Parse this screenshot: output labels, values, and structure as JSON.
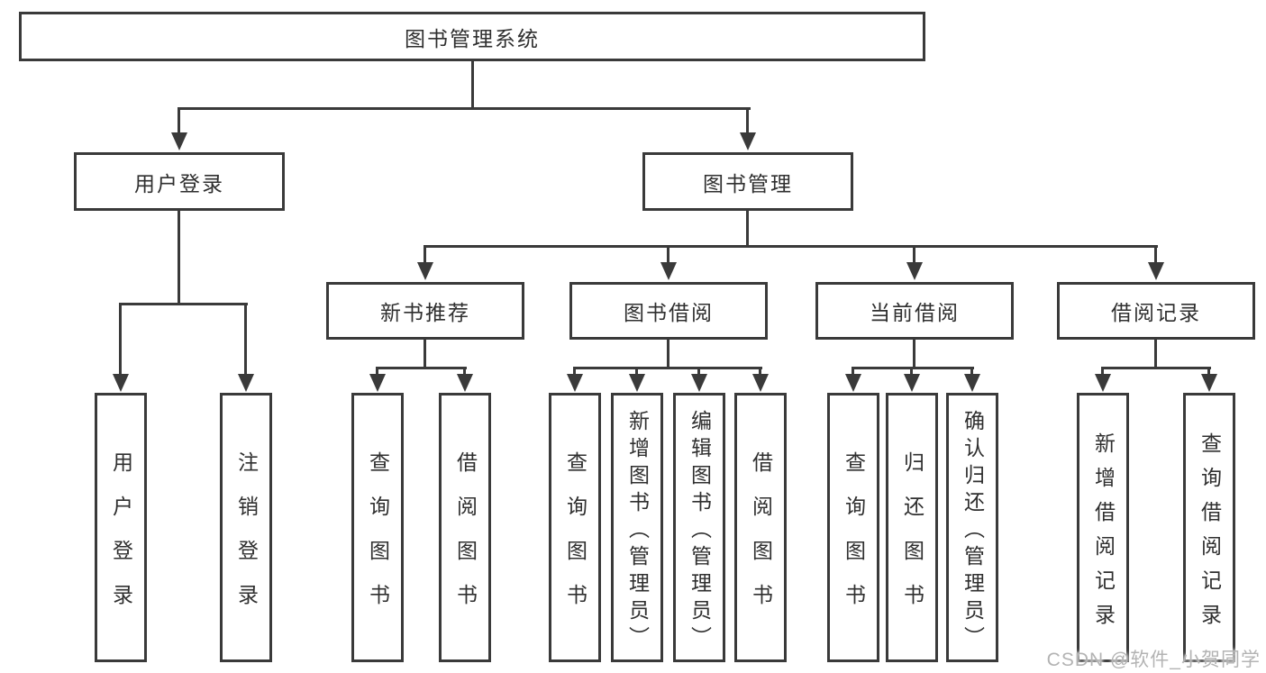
{
  "diagram": {
    "tree": {
      "label": "图书管理系统",
      "children": [
        {
          "label": "用户登录",
          "children": [
            {
              "label": "用户登录"
            },
            {
              "label": "注销登录"
            }
          ]
        },
        {
          "label": "图书管理",
          "children": [
            {
              "label": "新书推荐",
              "children": [
                {
                  "label": "查询图书"
                },
                {
                  "label": "借阅图书"
                }
              ]
            },
            {
              "label": "图书借阅",
              "children": [
                {
                  "label": "查询图书"
                },
                {
                  "label": "新增图书（管理员）"
                },
                {
                  "label": "编辑图书（管理员）"
                },
                {
                  "label": "借阅图书"
                }
              ]
            },
            {
              "label": "当前借阅",
              "children": [
                {
                  "label": "查询图书"
                },
                {
                  "label": "归还图书"
                },
                {
                  "label": "确认归还（管理员）"
                }
              ]
            },
            {
              "label": "借阅记录",
              "children": [
                {
                  "label": "新增借阅记录"
                },
                {
                  "label": "查询借阅记录"
                }
              ]
            }
          ]
        }
      ]
    },
    "watermark": "CSDN @软件_小贺同学",
    "colors": {
      "line": "#3a3a3a",
      "text": "#2f2f2f",
      "background": "#ffffff",
      "watermark": "#b3b3b3"
    }
  }
}
